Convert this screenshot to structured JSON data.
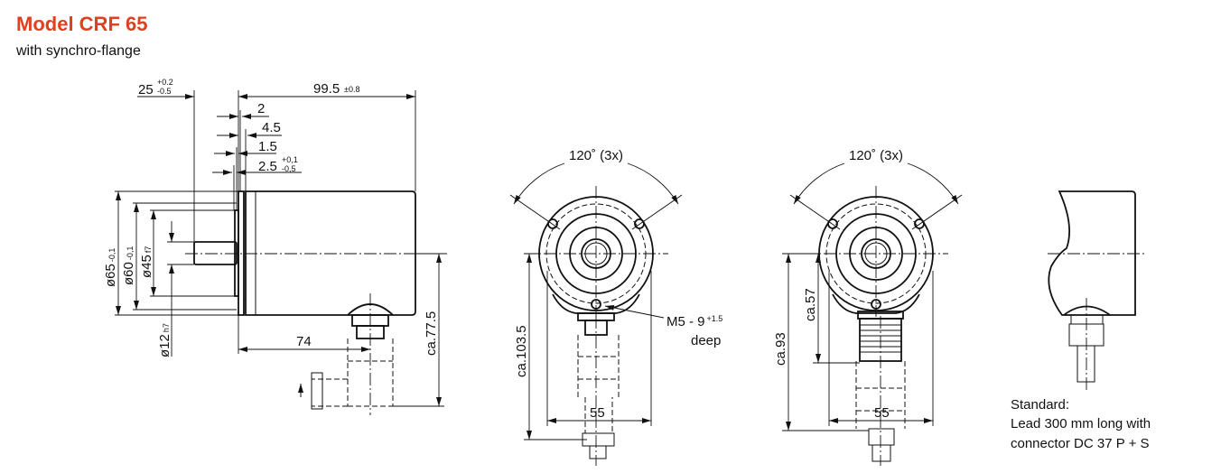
{
  "title": "Model CRF 65",
  "subtitle": "with synchro-flange",
  "side_view": {
    "d25": "25",
    "d25_tol_plus": "+0.2",
    "d25_tol_minus": "-0.5",
    "d99": "99.5",
    "d99_tol": "±0.8",
    "d2": "2",
    "d4_5": "4.5",
    "d1_5": "1.5",
    "d2_5": "2.5",
    "d2_5_plus": "+0,1",
    "d2_5_minus": "-0,5",
    "dia65": "ø65",
    "dia65_tol": "-0,1",
    "dia60": "ø60",
    "dia60_tol": "-0,1",
    "dia45": "ø45",
    "dia45_tol": "f7",
    "dia12": "ø12",
    "dia12_tol": "h7",
    "d74": "74",
    "ca77": "ca.77.5"
  },
  "front_view_radial": {
    "angle": "120˚ (3x)",
    "ca103": "ca.103.5",
    "d55": "55",
    "thread": "M5 - 9",
    "thread_tol": "+1.5",
    "deep": "deep"
  },
  "front_view_axial": {
    "angle": "120˚ (3x)",
    "ca57": "ca.57",
    "ca93": "ca.93",
    "d55": "55"
  },
  "cable_note": {
    "line1": "Standard:",
    "line2": "Lead 300 mm long with",
    "line3": "connector DC 37 P + S"
  }
}
